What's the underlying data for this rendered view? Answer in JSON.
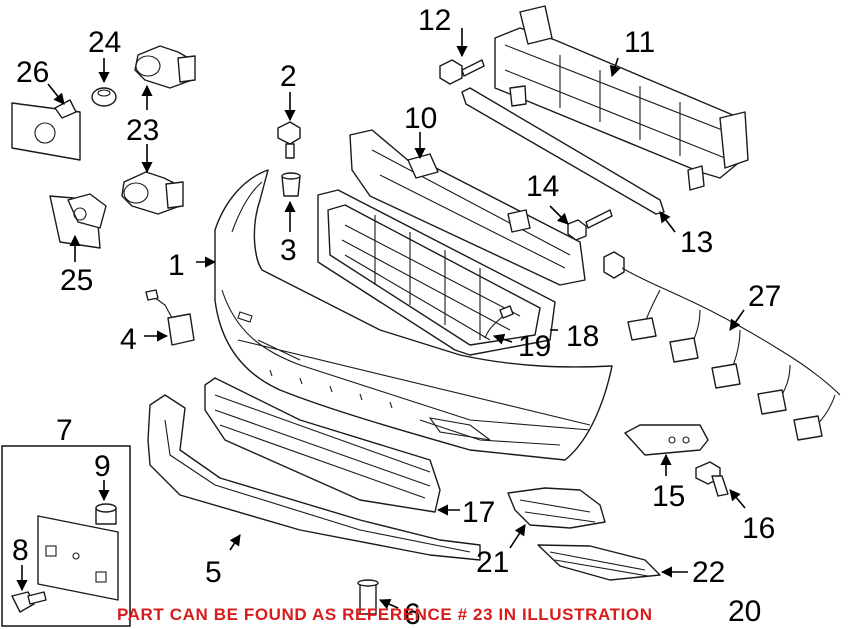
{
  "callouts": {
    "c1": "1",
    "c2": "2",
    "c3": "3",
    "c4": "4",
    "c5": "5",
    "c6": "6",
    "c7": "7",
    "c8": "8",
    "c9": "9",
    "c10": "10",
    "c11": "11",
    "c12": "12",
    "c13": "13",
    "c14": "14",
    "c15": "15",
    "c16": "16",
    "c17": "17",
    "c18": "18",
    "c19": "19",
    "c20": "20",
    "c21": "21",
    "c22": "22",
    "c23": "23",
    "c24": "24",
    "c25": "25",
    "c26": "26",
    "c27": "27"
  },
  "footer_note": "PART CAN BE FOUND AS REFERENCE # 23 IN ILLUSTRATION",
  "colors": {
    "line": "#1a1a1a",
    "note": "#d81c1c",
    "background": "#ffffff"
  }
}
